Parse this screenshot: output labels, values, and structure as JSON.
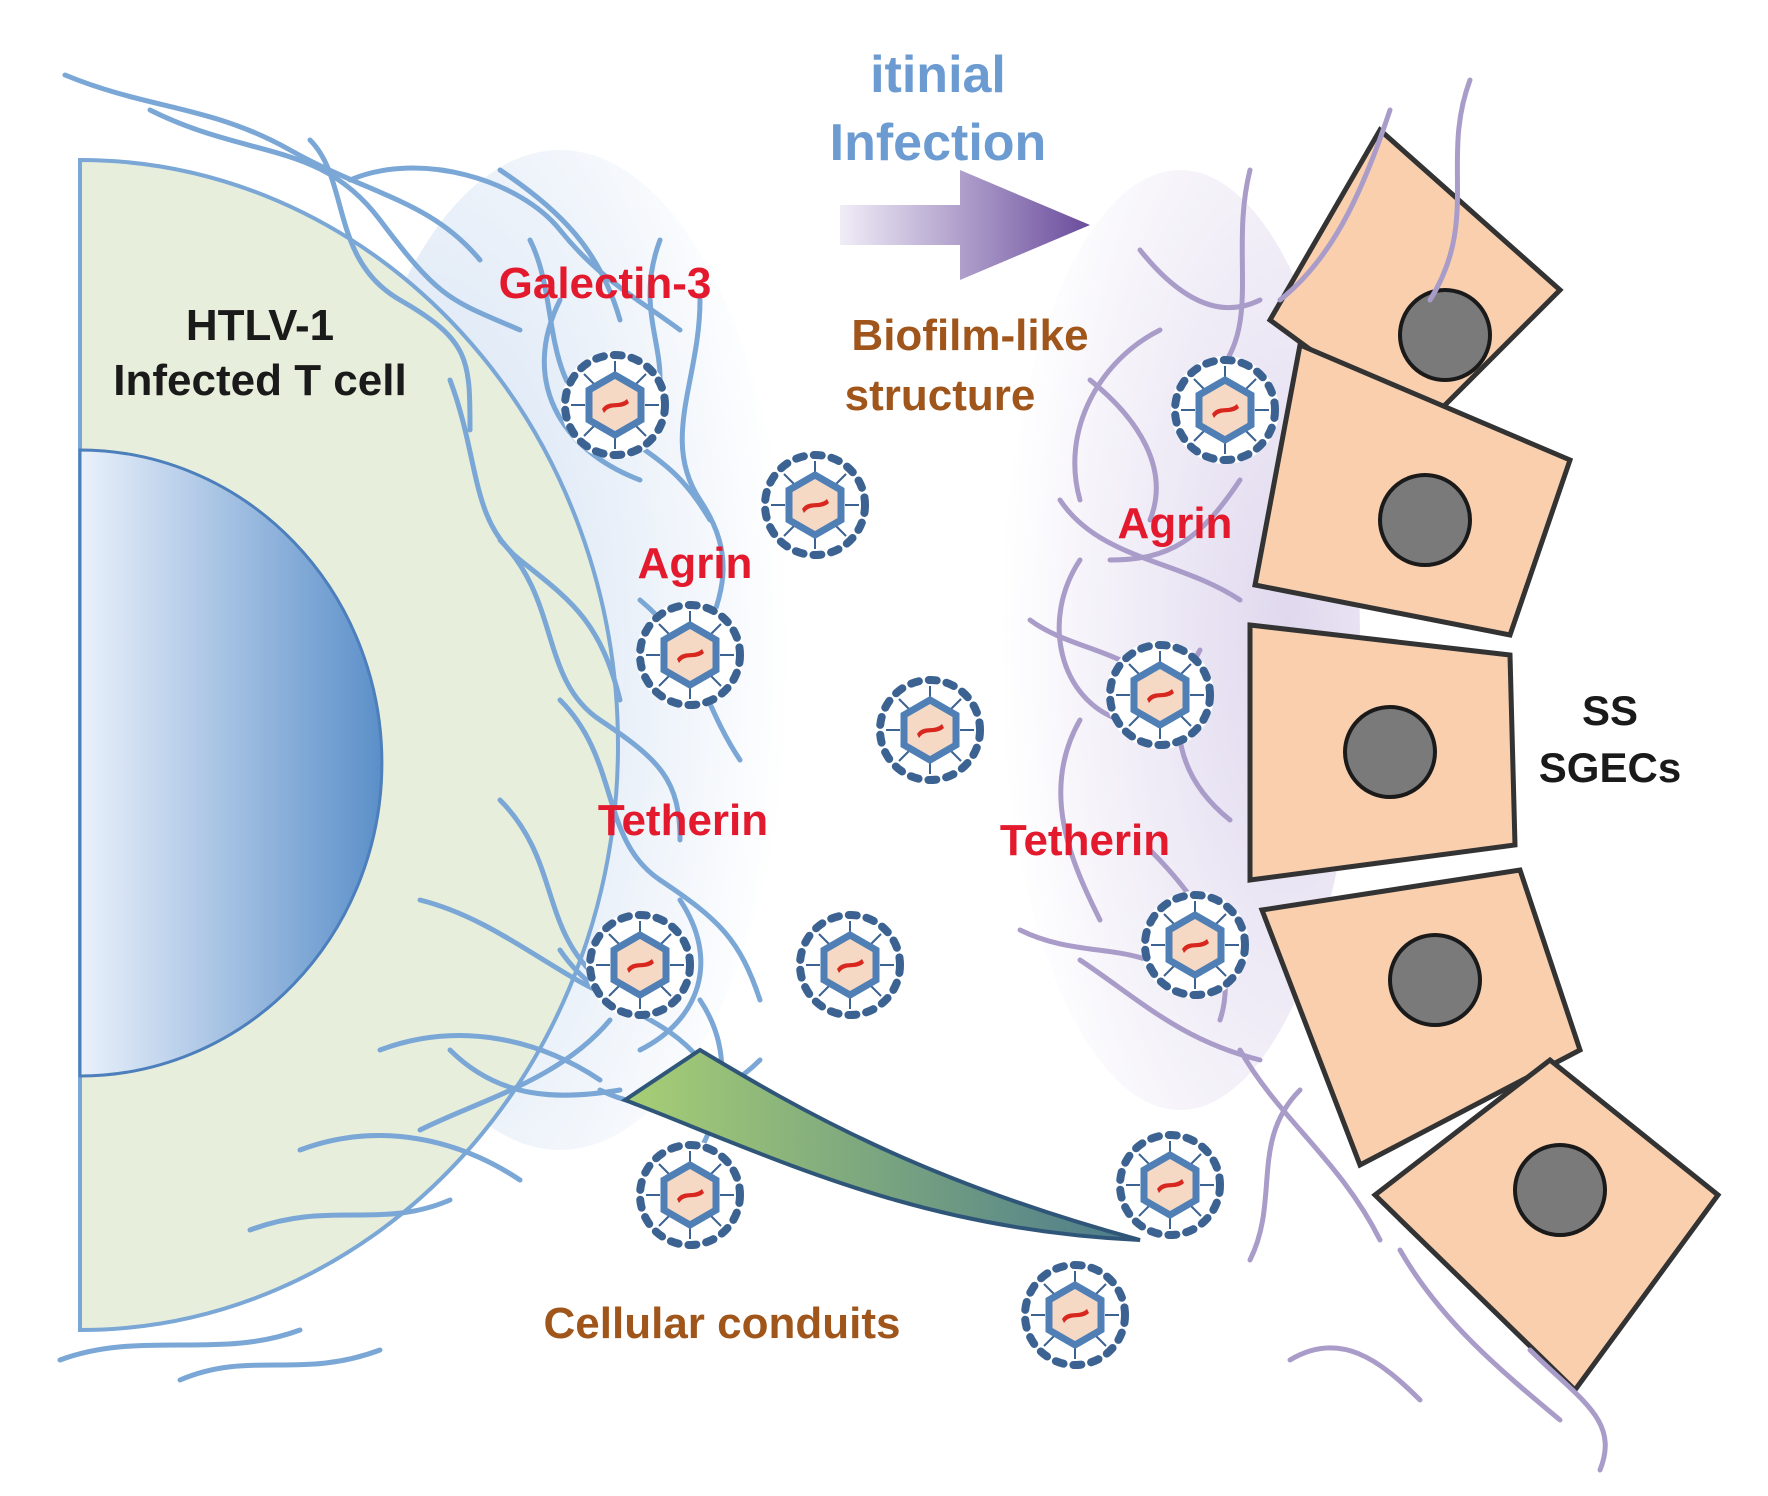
{
  "title": "",
  "labels": {
    "infected_cell": [
      "HTLV-1",
      "Infected T cell"
    ],
    "initial_infection": [
      "itinial",
      "Infection"
    ],
    "biofilm": [
      "Biofilm-like",
      "structure"
    ],
    "cellular_conduits": "Cellular conduits",
    "target_cells": [
      "SS",
      "SGECs"
    ],
    "galectin_left": "Galectin-3",
    "agrin_left": "Agrin",
    "tetherin_left": "Tetherin",
    "agrin_right": "Agrin",
    "tetherin_right": "Tetherin"
  },
  "colors": {
    "protein_label": "#e3192d",
    "infection_label": "#6b9bd1",
    "biofilm_label": "#a0561b",
    "cell_text": "#1a1a1a",
    "cytoplasm": "#e8eedc",
    "nucleus": "#5b8fc9",
    "fiber_left": "#7aa7d6",
    "fiber_right": "#a99cc9",
    "sgec_fill": "#f9cfae",
    "sgec_nucleus": "#7a7a7a",
    "virus_core": "#e3322a",
    "virus_shell": "#4f7fb5",
    "conduit": "#9bc26a"
  },
  "virions": {
    "count": 12
  }
}
